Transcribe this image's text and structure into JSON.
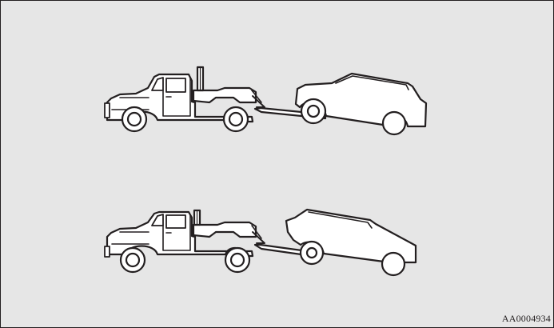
{
  "figure": {
    "background_color": "#e6e6e6",
    "line_color": "#231f20",
    "vehicle_fill": "#ffffff",
    "code": "AA0004934"
  },
  "scenes": [
    {
      "name": "front-wheel-lift-tow"
    },
    {
      "name": "steep-angle-wheel-lift-tow"
    }
  ]
}
